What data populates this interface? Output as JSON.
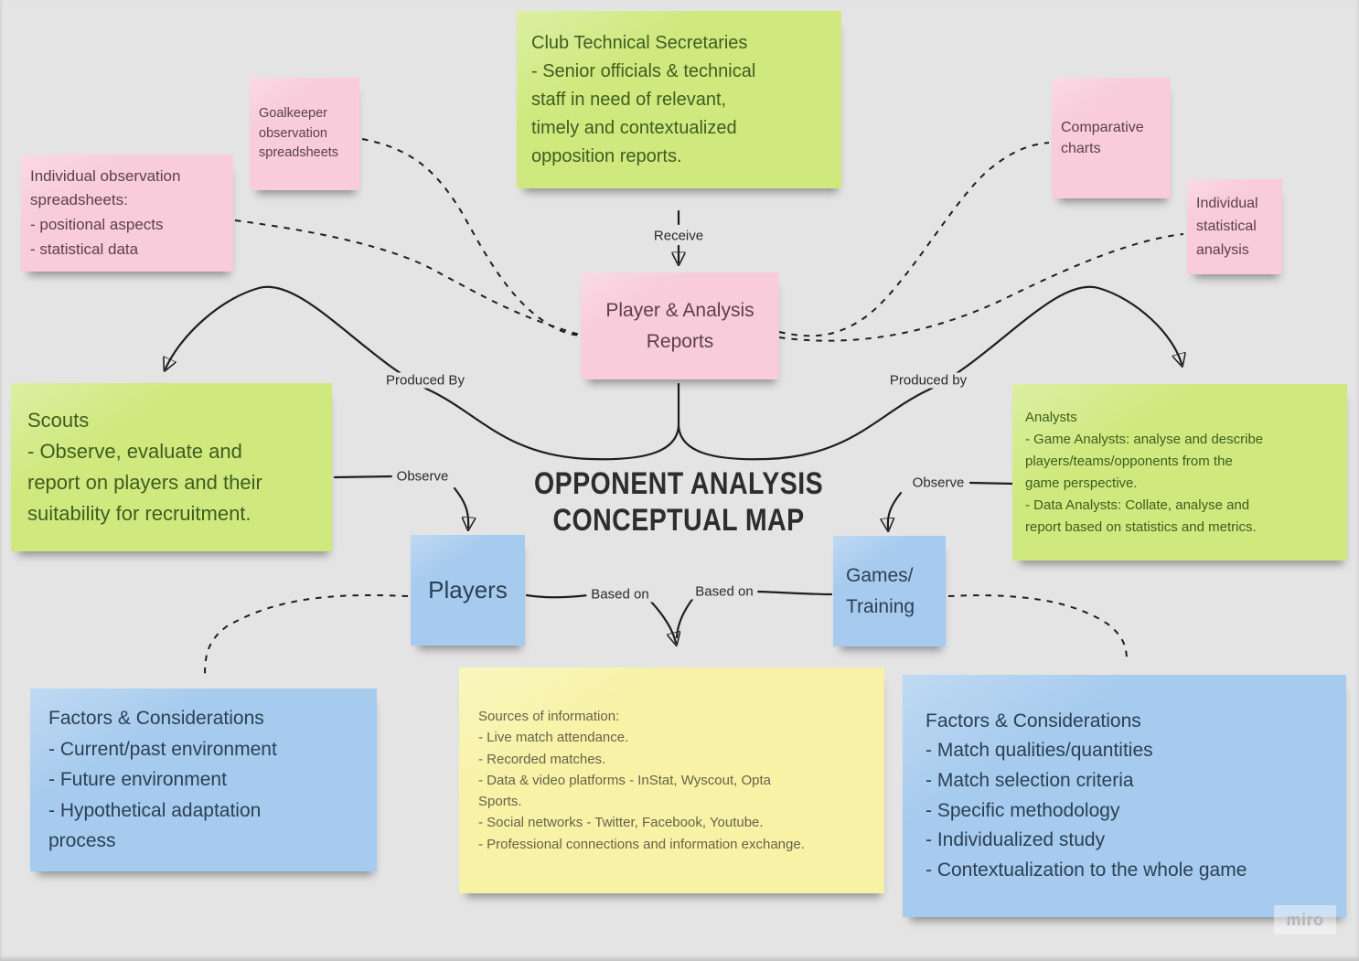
{
  "title": {
    "line1": "OPPONENT ANALYSIS",
    "line2": "CONCEPTUAL MAP"
  },
  "watermark": "miro",
  "notes": {
    "club_secretaries": {
      "text": "Club Technical Secretaries\n- Senior officials & technical\nstaff in need of relevant,\ntimely and contextualized\nopposition reports."
    },
    "goalkeeper": {
      "text": "Goalkeeper\nobservation\nspreadsheets"
    },
    "individual_observation": {
      "text": "Individual observation\nspreadsheets:\n- positional aspects\n- statistical data"
    },
    "comparative_charts": {
      "text": "Comparative\ncharts"
    },
    "individual_statistical": {
      "text": "Individual\nstatistical\nanalysis"
    },
    "player_reports": {
      "text": "Player & Analysis\nReports"
    },
    "scouts": {
      "text": "Scouts\n- Observe, evaluate and\nreport on players and their\nsuitability for recruitment."
    },
    "analysts": {
      "text": "Analysts\n- Game Analysts: analyse and describe\nplayers/teams/opponents from the\ngame perspective.\n - Data Analysts: Collate, analyse and\nreport based on statistics and metrics."
    },
    "players": {
      "text": "Players"
    },
    "games_training": {
      "text": "Games/\nTraining"
    },
    "factors_players": {
      "text": "Factors & Considerations\n- Current/past environment\n- Future environment\n- Hypothetical adaptation\nprocess"
    },
    "sources": {
      "text": "Sources of information:\n- Live match attendance.\n- Recorded matches.\n- Data & video platforms - InStat, Wyscout, Opta\nSports.\n- Social networks - Twitter, Facebook, Youtube.\n- Professional connections and information exchange."
    },
    "factors_games": {
      "text": "Factors & Considerations\n- Match qualities/quantities\n- Match selection criteria\n- Specific methodology\n- Individualized study\n- Contextualization to the whole game"
    }
  },
  "labels": {
    "receive": "Receive",
    "produced_by_left": "Produced By",
    "produced_by_right": "Produced by",
    "observe_left": "Observe",
    "observe_right": "Observe",
    "based_on_left": "Based on",
    "based_on_right": "Based on"
  },
  "colors": {
    "background": "#e4e4e4",
    "note_green": "#cfe97f",
    "note_pink": "#f8ccda",
    "note_blue": "#a6cbee",
    "note_yellow": "#f7f2a5",
    "text_green": "#3f5d1f",
    "text_pink": "#5d4049",
    "text_blue": "#2c4054",
    "text_yellow": "#66634c",
    "connector": "#1e1e1e",
    "title": "#2d2d2d",
    "label": "#2b2b2b"
  }
}
